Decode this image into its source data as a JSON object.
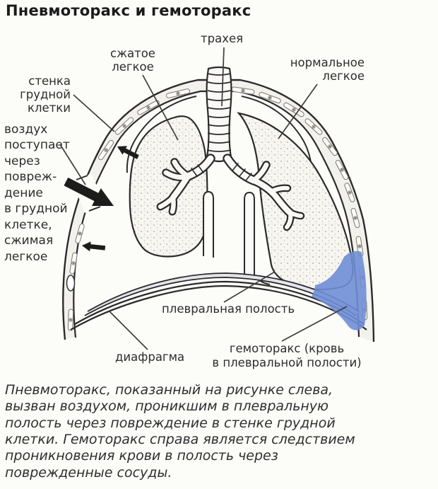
{
  "title": "Пневмоторакс и гемоторакс",
  "diagram": {
    "labels": {
      "trachea": "трахея",
      "compressed_lung": "сжатое\nлегкое",
      "normal_lung": "нормальное\nлегкое",
      "chest_wall": "стенка\nгрудной\nклетки",
      "air_enters": "воздух\nпоступает\nчерез\nповреж-\nдение\nв грудной\nклетке,\nсжимая\nлегкое",
      "pleural_cavity": "плевральная полость",
      "diaphragm": "диафрагма",
      "hemothorax": "гемоторакс (кровь\nв плевральной полости)"
    },
    "colors": {
      "line": "#2b2b2b",
      "hemothorax_blue": "#6f8ed6",
      "pleural_band": "#e4e4ee",
      "lung_fill": "#f7f6f1",
      "wall_band_fill": "#f2f1ec"
    }
  },
  "caption": "Пневмоторакс, показанный на рисунке слева,\nвызван воздухом, проникшим в плевральную\nполость через повреждение в стенке грудной\nклетки. Гемоторакс справа является следствием\nпроникновения крови в полость через\nповрежденные сосуды."
}
